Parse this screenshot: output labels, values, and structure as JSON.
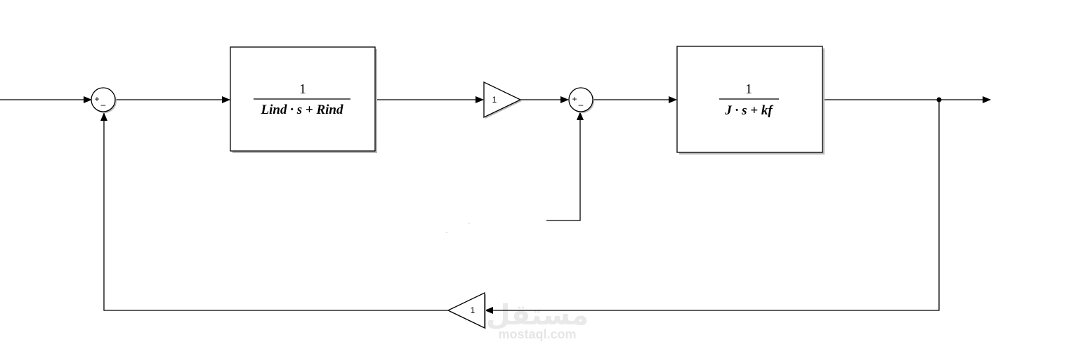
{
  "blocks": {
    "electrical": {
      "numerator": "1",
      "denominator": "Lind · s + Rind"
    },
    "mechanical": {
      "numerator": "1",
      "denominator": "J · s + kf"
    }
  },
  "gains": {
    "forward": "1",
    "feedback": "1"
  },
  "sums": {
    "sum1": {
      "plus": "+",
      "minus": "–"
    },
    "sum2": {
      "plus": "+",
      "minus": "–"
    }
  },
  "watermark": {
    "arabic": "مستقل",
    "latin": "mostaql.com"
  },
  "colors": {
    "line": "#000000",
    "block_fill": "#ffffff",
    "block_shadow": "#b8b8b8",
    "watermark": "#e6e6e6"
  }
}
